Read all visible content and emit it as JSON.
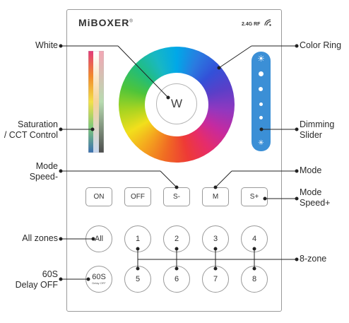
{
  "brand": {
    "name": "MiBOXER",
    "trademark": "®"
  },
  "rf": {
    "label": "2.4G RF"
  },
  "white_button": {
    "label": "W"
  },
  "buttons_row1": [
    {
      "label": "ON"
    },
    {
      "label": "OFF"
    },
    {
      "label": "S-"
    },
    {
      "label": "M"
    },
    {
      "label": "S+"
    }
  ],
  "zones_row1": [
    {
      "label": "All"
    },
    {
      "label": "1"
    },
    {
      "label": "2"
    },
    {
      "label": "3"
    },
    {
      "label": "4"
    }
  ],
  "zones_row2": [
    {
      "label": "60S",
      "sublabel": "Delay OFF"
    },
    {
      "label": "5"
    },
    {
      "label": "6"
    },
    {
      "label": "7"
    },
    {
      "label": "8"
    }
  ],
  "dimming": {
    "top_icon": "sun-bright-icon",
    "bottom_icon": "sun-dim-icon"
  },
  "labels": {
    "white": "White",
    "color_ring": "Color Ring",
    "saturation_1": "Saturation",
    "saturation_2": "/ CCT Control",
    "dimming_1": "Dimming",
    "dimming_2": "Slider",
    "mode_speed_minus_1": "Mode",
    "mode_speed_minus_2": "Speed-",
    "mode": "Mode",
    "mode_speed_plus_1": "Mode",
    "mode_speed_plus_2": "Speed+",
    "all_zones": "All zones",
    "eight_zone": "8-zone",
    "delay_1": "60S",
    "delay_2": "Delay OFF"
  }
}
